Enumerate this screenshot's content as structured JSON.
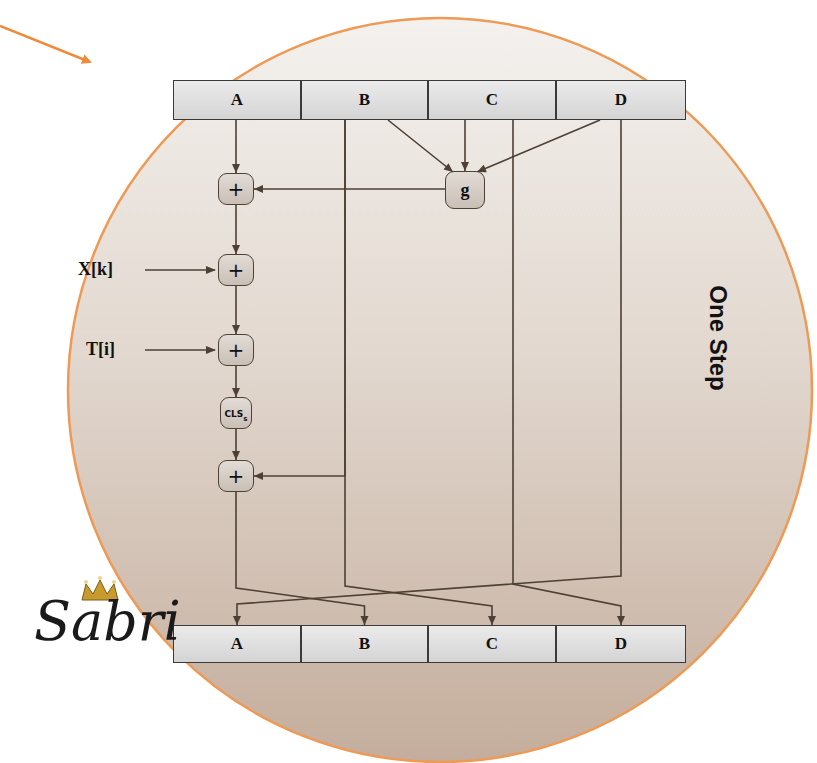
{
  "diagram": {
    "nodes": [
      {
        "text": [
          "A"
        ]
      },
      {
        "text": [
          "B"
        ]
      },
      {
        "text": [
          "C"
        ]
      },
      {
        "text": [
          "D"
        ]
      },
      {
        "text": [
          "g"
        ]
      },
      {
        "text": [
          "+"
        ]
      },
      {
        "text": [
          "+"
        ]
      },
      {
        "text": [
          "+"
        ]
      },
      {
        "text": [
          "CLS",
          "s"
        ]
      },
      {
        "text": [
          "+"
        ]
      },
      {
        "text": [
          "A"
        ]
      },
      {
        "text": [
          "B"
        ]
      },
      {
        "text": [
          "C"
        ]
      },
      {
        "text": [
          "D"
        ]
      }
    ],
    "edges": [
      {
        "from": 0,
        "to": 5,
        "arrow": "to"
      },
      {
        "from": 1,
        "to": 4,
        "arrow": "to"
      },
      {
        "from": 2,
        "to": 4,
        "arrow": "to"
      },
      {
        "from": 3,
        "to": 4,
        "arrow": "to"
      },
      {
        "from": 4,
        "to": 5,
        "arrow": "to"
      },
      {
        "from": 5,
        "to": 6,
        "arrow": "to"
      },
      {
        "from": 6,
        "to": 7,
        "arrow": "to"
      },
      {
        "from": 7,
        "to": 8,
        "arrow": "to"
      },
      {
        "from": 8,
        "to": 9,
        "arrow": "to"
      },
      {
        "from": 1,
        "to": 9,
        "arrow": "to"
      },
      {
        "from": 9,
        "to": 11,
        "arrow": "to"
      },
      {
        "from": 1,
        "to": 12,
        "arrow": "to"
      },
      {
        "from": 2,
        "to": 13,
        "arrow": "to"
      },
      {
        "from": 3,
        "to": 10,
        "arrow": "to"
      }
    ],
    "labels": [
      "X[k]",
      "T[i]",
      "One Step",
      "Sabri"
    ]
  }
}
